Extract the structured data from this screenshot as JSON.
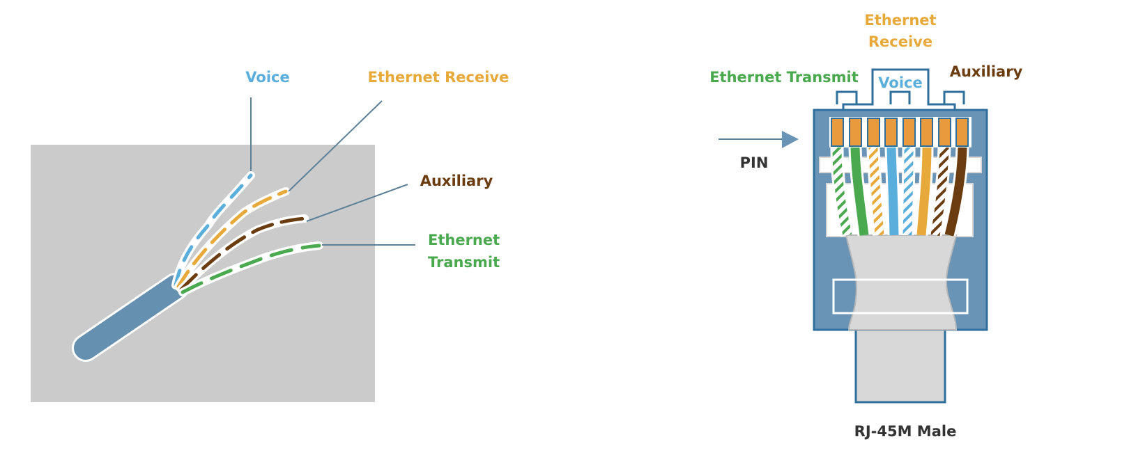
{
  "colors": {
    "voice": "#5aaedc",
    "ethernet_receive": "#e8a93b",
    "auxiliary": "#6b3c0f",
    "ethernet_transmit": "#4aa84f",
    "cable_jacket": "#6690b0",
    "connector_body": "#6a94b6",
    "connector_outline": "#2f6f9c",
    "panel_gray": "#cbcbcb",
    "contact_orange": "#e89a3c",
    "boot_gray": "#d8d8d8"
  },
  "cable": {
    "labels": {
      "voice": "Voice",
      "ethernet_receive": "Ethernet Receive",
      "auxiliary": "Auxiliary",
      "ethernet_transmit_line1": "Ethernet",
      "ethernet_transmit_line2": "Transmit"
    }
  },
  "connector": {
    "labels": {
      "ethernet_receive_line1": "Ethernet",
      "ethernet_receive_line2": "Receive",
      "ethernet_transmit": "Ethernet Transmit",
      "voice": "Voice",
      "auxiliary": "Auxiliary",
      "pin": "PIN",
      "caption": "RJ-45M Male"
    },
    "wire_order": [
      "green-white",
      "green",
      "orange-white",
      "blue",
      "blue-white",
      "orange",
      "brown-white",
      "brown"
    ]
  }
}
